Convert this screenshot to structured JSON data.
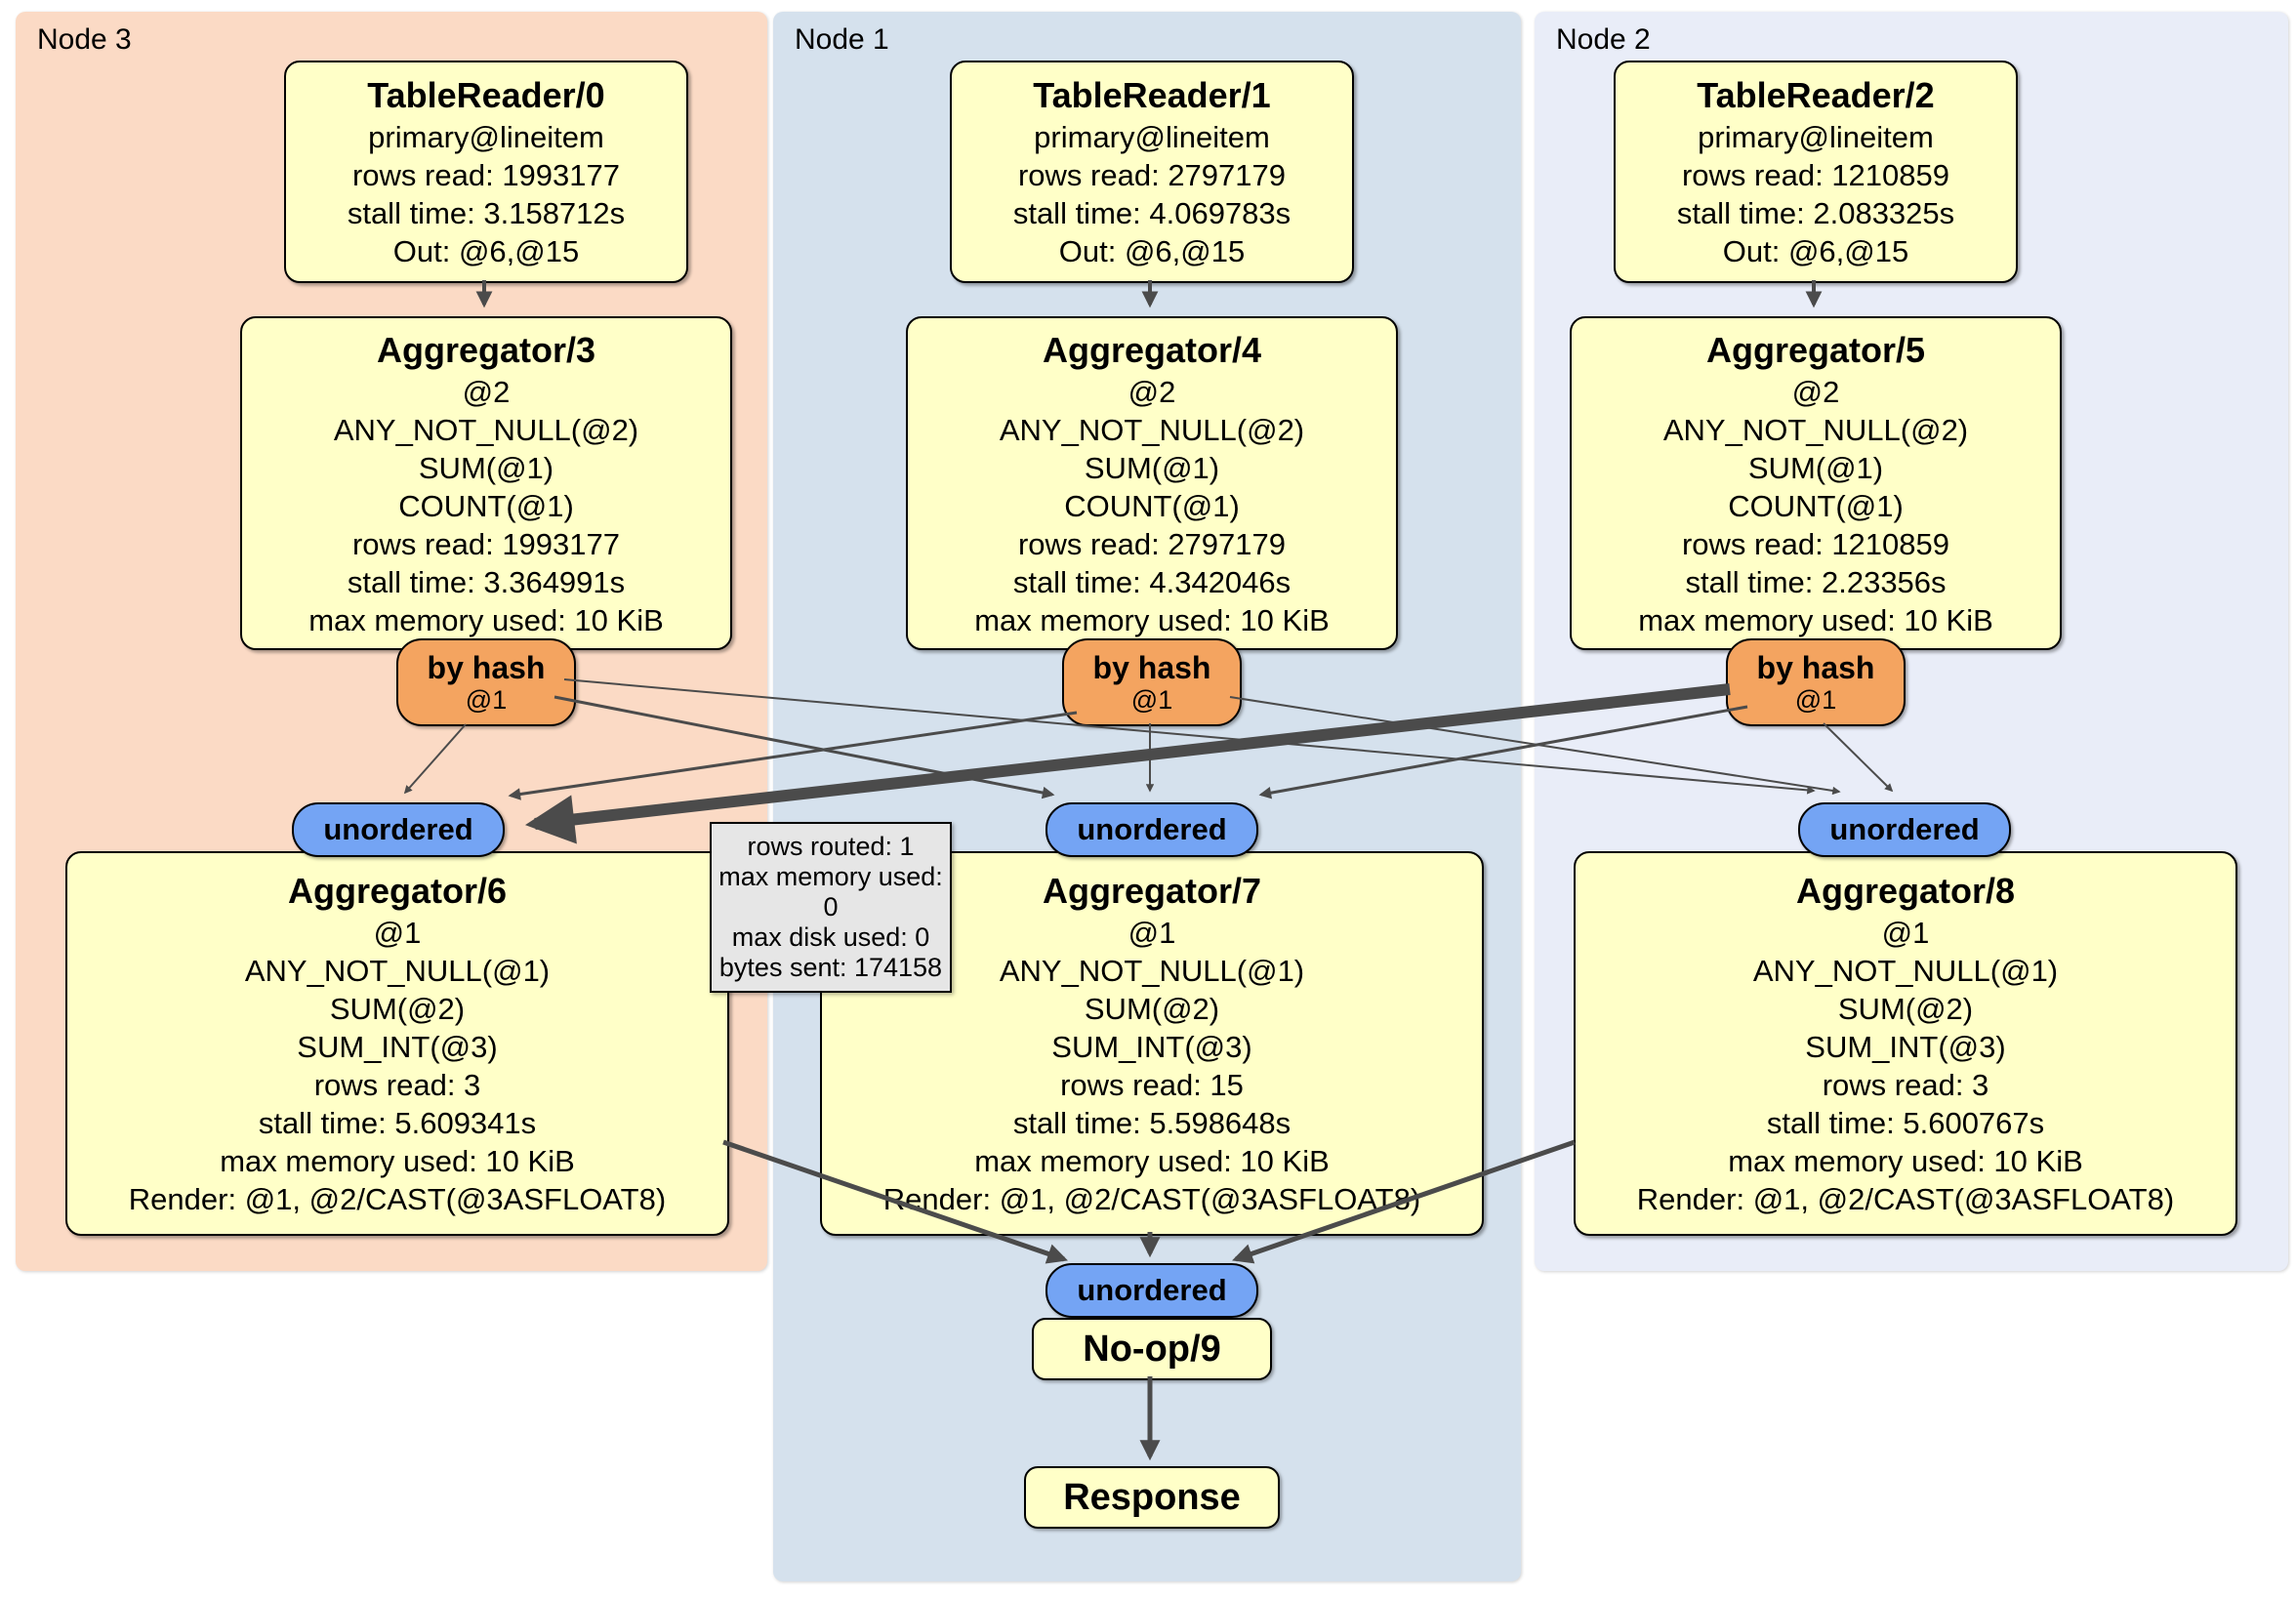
{
  "regions": [
    {
      "label": "Node 3"
    },
    {
      "label": "Node 1"
    },
    {
      "label": "Node 2"
    }
  ],
  "table_readers": [
    {
      "title": "TableReader/0",
      "lines": [
        "primary@lineitem",
        "rows read: 1993177",
        "stall time: 3.158712s",
        "Out: @6,@15"
      ]
    },
    {
      "title": "TableReader/1",
      "lines": [
        "primary@lineitem",
        "rows read: 2797179",
        "stall time: 4.069783s",
        "Out: @6,@15"
      ]
    },
    {
      "title": "TableReader/2",
      "lines": [
        "primary@lineitem",
        "rows read: 1210859",
        "stall time: 2.083325s",
        "Out: @6,@15"
      ]
    }
  ],
  "top_aggregators": [
    {
      "title": "Aggregator/3",
      "lines": [
        "@2",
        "ANY_NOT_NULL(@2)",
        "SUM(@1)",
        "COUNT(@1)",
        "rows read: 1993177",
        "stall time: 3.364991s",
        "max memory used: 10 KiB"
      ]
    },
    {
      "title": "Aggregator/4",
      "lines": [
        "@2",
        "ANY_NOT_NULL(@2)",
        "SUM(@1)",
        "COUNT(@1)",
        "rows read: 2797179",
        "stall time: 4.342046s",
        "max memory used: 10 KiB"
      ]
    },
    {
      "title": "Aggregator/5",
      "lines": [
        "@2",
        "ANY_NOT_NULL(@2)",
        "SUM(@1)",
        "COUNT(@1)",
        "rows read: 1210859",
        "stall time: 2.23356s",
        "max memory used: 10 KiB"
      ]
    }
  ],
  "hash_routers": [
    {
      "label": "by hash",
      "detail": "@1"
    },
    {
      "label": "by hash",
      "detail": "@1"
    },
    {
      "label": "by hash",
      "detail": "@1"
    }
  ],
  "stream_labels": {
    "unordered": "unordered"
  },
  "bottom_aggregators": [
    {
      "title": "Aggregator/6",
      "lines": [
        "@1",
        "ANY_NOT_NULL(@1)",
        "SUM(@2)",
        "SUM_INT(@3)",
        "rows read: 3",
        "stall time: 5.609341s",
        "max memory used: 10 KiB",
        "Render: @1, @2/CAST(@3ASFLOAT8)"
      ]
    },
    {
      "title": "Aggregator/7",
      "lines": [
        "@1",
        "ANY_NOT_NULL(@1)",
        "SUM(@2)",
        "SUM_INT(@3)",
        "rows read: 15",
        "stall time: 5.598648s",
        "max memory used: 10 KiB",
        "Render: @1, @2/CAST(@3ASFLOAT8)"
      ]
    },
    {
      "title": "Aggregator/8",
      "lines": [
        "@1",
        "ANY_NOT_NULL(@1)",
        "SUM(@2)",
        "SUM_INT(@3)",
        "rows read: 3",
        "stall time: 5.600767s",
        "max memory used: 10 KiB",
        "Render: @1, @2/CAST(@3ASFLOAT8)"
      ]
    }
  ],
  "edge_tooltip": {
    "lines": [
      "rows routed: 1",
      "max memory used: 0",
      "max disk used: 0",
      "bytes sent: 174158"
    ]
  },
  "noop": {
    "title": "No-op/9"
  },
  "response": {
    "title": "Response"
  },
  "colors": {
    "node3_bg": "#fbdac5",
    "node1_bg": "#d5e1ed",
    "node2_bg": "#e9edf8",
    "process_fill": "#ffffc8",
    "router_fill": "#f4a460",
    "stream_fill": "#74a4f4",
    "tooltip_fill": "#e6e6e6",
    "edge": "#4b4b4b"
  }
}
